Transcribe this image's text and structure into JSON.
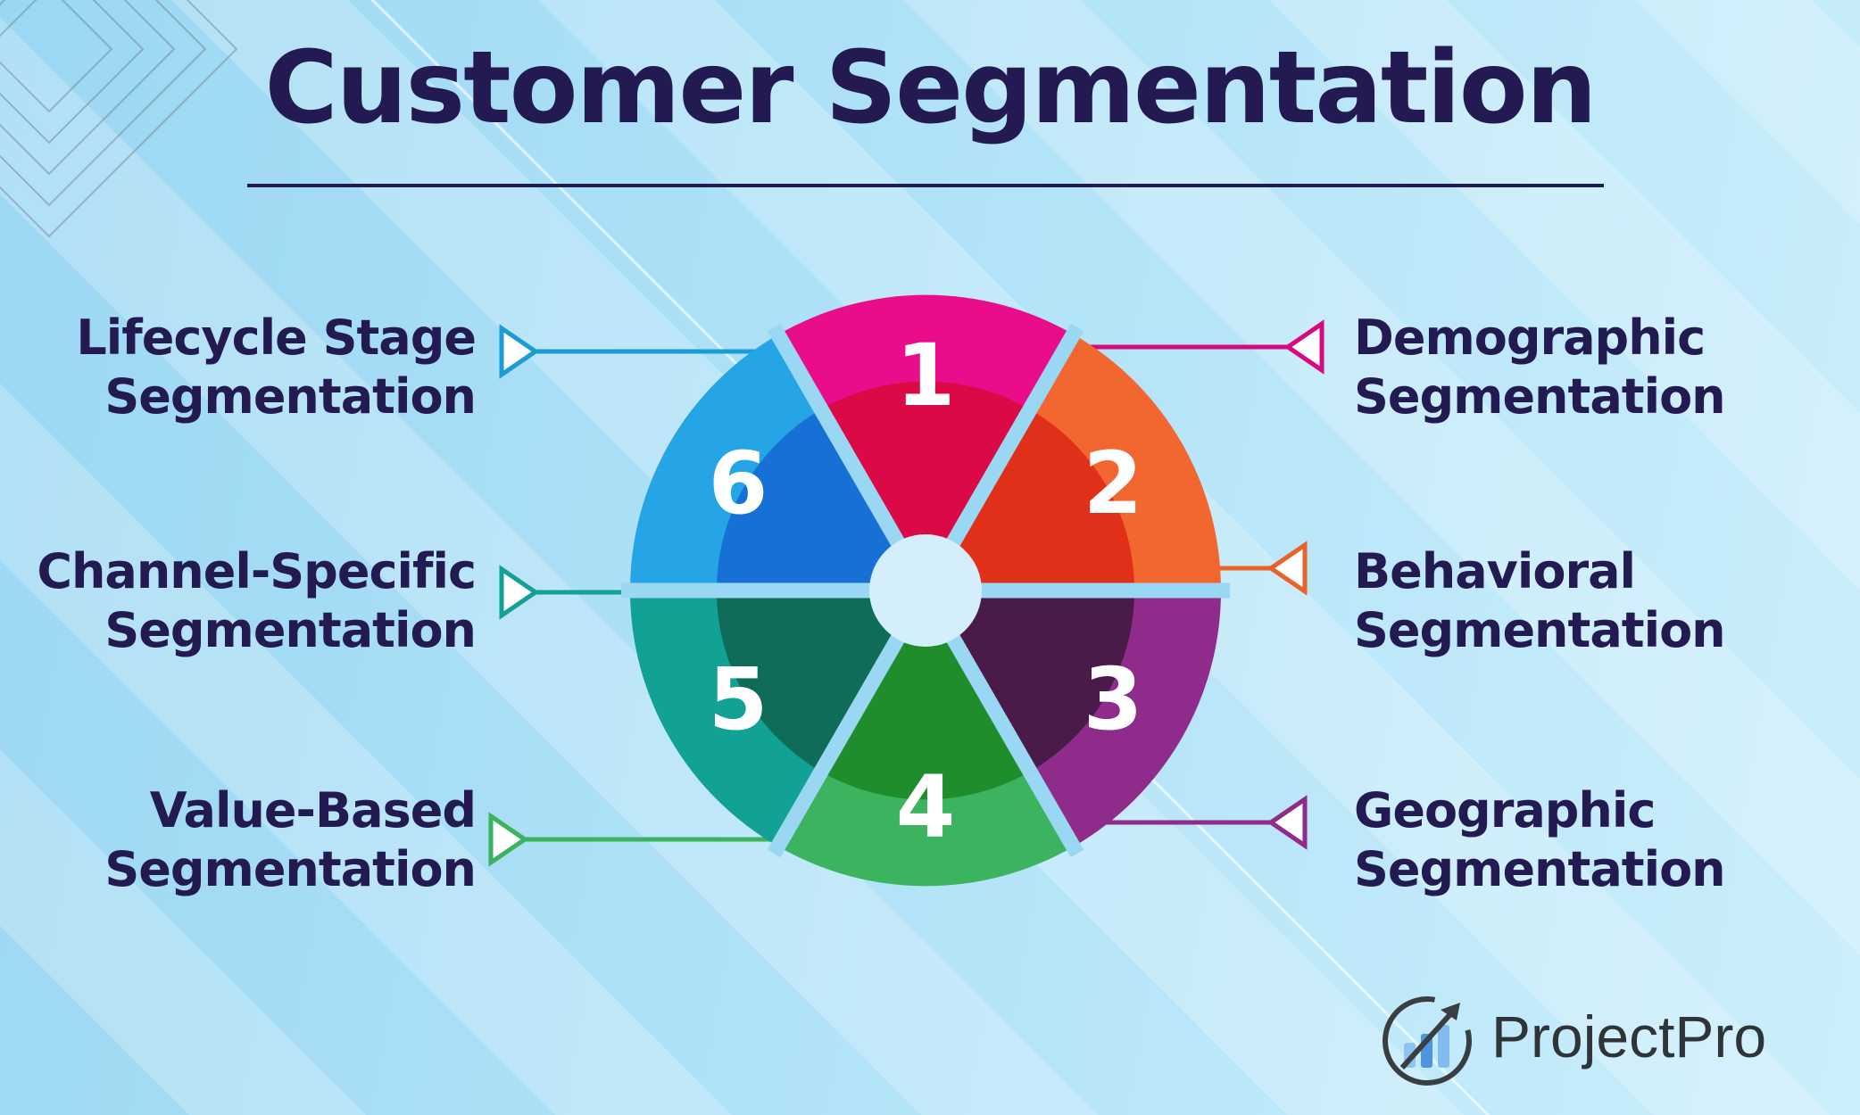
{
  "title": {
    "text": "Customer Segmentation"
  },
  "wheel": {
    "hub_color": "#D5EEFB",
    "gap_color": "#9AD7F3",
    "segments": [
      {
        "number": "1",
        "name": "Demographic Segmentation",
        "outer_color": "#E90C8B",
        "inner_color": "#DB0A46"
      },
      {
        "number": "2",
        "name": "Behavioral Segmentation",
        "outer_color": "#F2662F",
        "inner_color": "#E03019"
      },
      {
        "number": "3",
        "name": "Geographic Segmentation",
        "outer_color": "#8E2B8B",
        "inner_color": "#4A1B48"
      },
      {
        "number": "4",
        "name": "Value-Based Segmentation",
        "outer_color": "#3CB45F",
        "inner_color": "#1F8D2B"
      },
      {
        "number": "5",
        "name": "Channel-Specific Segmentation",
        "outer_color": "#12A295",
        "inner_color": "#0E6C58"
      },
      {
        "number": "6",
        "name": "Lifecycle Stage Segmentation",
        "outer_color": "#25A5E5",
        "inner_color": "#1670D6"
      }
    ]
  },
  "callouts": [
    {
      "line1": "Lifecycle Stage",
      "line2": "Segmentation",
      "color": "#1B9CD9",
      "side": "left",
      "segment": "6"
    },
    {
      "line1": "Channel-Specific",
      "line2": "Segmentation",
      "color": "#12A295",
      "side": "left",
      "segment": "5"
    },
    {
      "line1": "Value-Based",
      "line2": "Segmentation",
      "color": "#3CB45F",
      "side": "left",
      "segment": "4"
    },
    {
      "line1": "Demographic",
      "line2": "Segmentation",
      "color": "#D60A80",
      "side": "right",
      "segment": "1"
    },
    {
      "line1": "Behavioral",
      "line2": "Segmentation",
      "color": "#E8622B",
      "side": "right",
      "segment": "2"
    },
    {
      "line1": "Geographic",
      "line2": "Segmentation",
      "color": "#8E2B8B",
      "side": "right",
      "segment": "3"
    }
  ],
  "logo": {
    "text": "ProjectPro"
  },
  "theme": {
    "background": "#A9DEF6",
    "text_color": "#231A52"
  }
}
